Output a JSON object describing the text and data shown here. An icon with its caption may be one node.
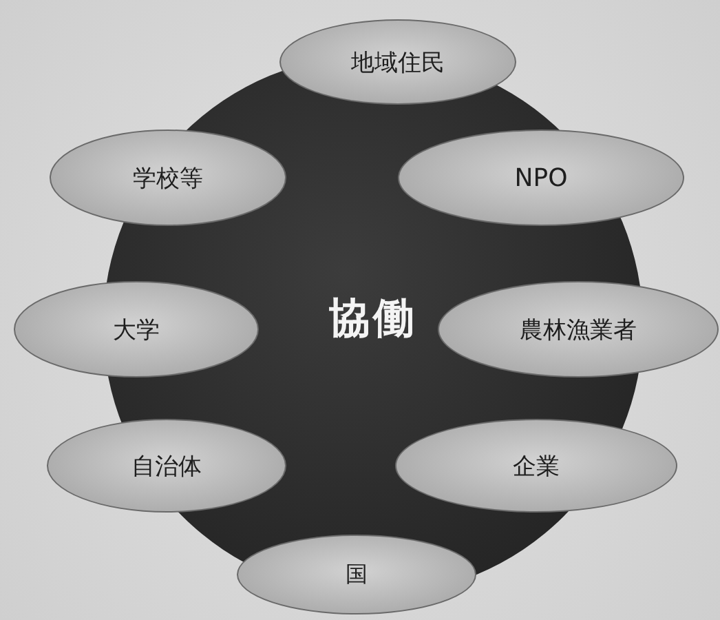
{
  "diagram": {
    "nodes": [
      {
        "text": [
          "協働"
        ]
      },
      {
        "text": [
          "地域住民"
        ]
      },
      {
        "text": [
          "学校等"
        ]
      },
      {
        "text": [
          "NPO"
        ]
      },
      {
        "text": [
          "大学"
        ]
      },
      {
        "text": [
          "農林漁業者"
        ]
      },
      {
        "text": [
          "自治体"
        ]
      },
      {
        "text": [
          "企業"
        ]
      },
      {
        "text": [
          "国"
        ]
      }
    ]
  }
}
